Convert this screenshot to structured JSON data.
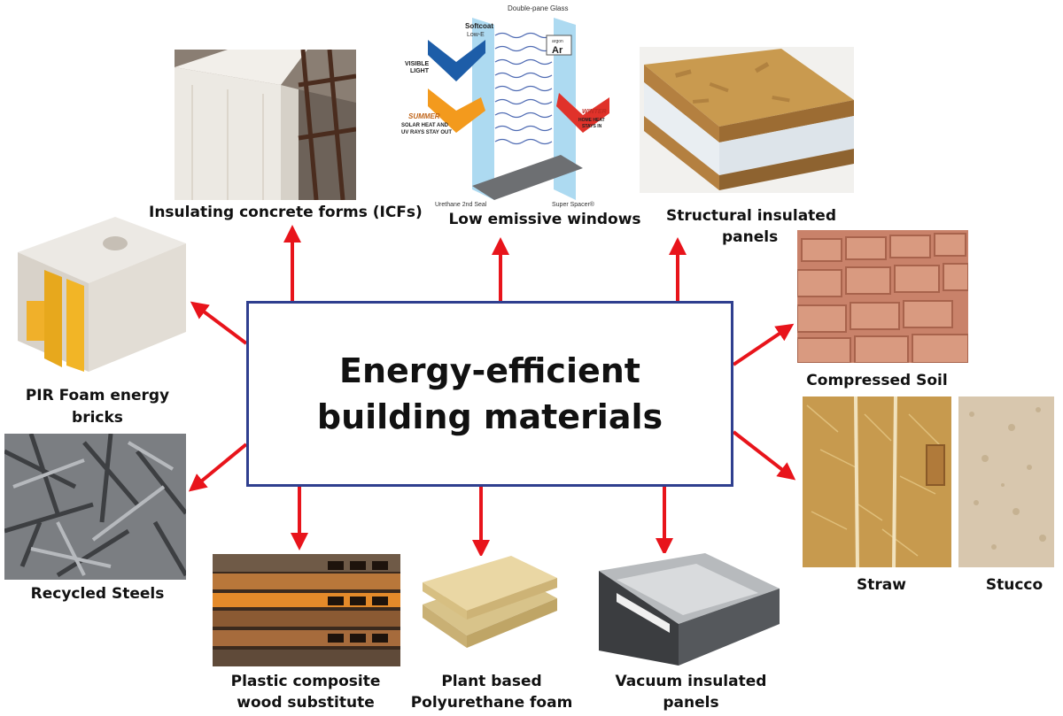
{
  "center_title": "Energy-efficient building materials",
  "colors": {
    "arrow": "#e8141b",
    "box_border": "#2f3f8f"
  },
  "materials": {
    "icf": {
      "label": "Insulating concrete forms (ICFs)"
    },
    "low_e": {
      "label": "Low emissive windows",
      "diagram": {
        "double_pane": "Double-pane Glass",
        "softcoat": "Softcoat",
        "low_e": "Low-E",
        "visible": "VISIBLE",
        "light": "LIGHT",
        "argon": "argon",
        "ar": "Ar",
        "summer": "SUMMER",
        "summer1": "SOLAR HEAT AND",
        "summer2": "UV RAYS STAY OUT",
        "winter": "WINTER",
        "winter1": "HOME HEAT",
        "winter2": "STAYS IN",
        "seal": "Urethane 2nd Seal",
        "spacer": "Super Spacer®"
      }
    },
    "sip": {
      "label_line1": "Structural insulated",
      "label_line2": "panels"
    },
    "pir": {
      "label_line1": "PIR Foam energy",
      "label_line2": "bricks"
    },
    "soil": {
      "label": "Compressed Soil"
    },
    "steel": {
      "label": "Recycled Steels"
    },
    "straw": {
      "label": "Straw"
    },
    "stucco": {
      "label": "Stucco"
    },
    "plastic": {
      "label_line1": "Plastic composite",
      "label_line2": "wood substitute"
    },
    "pu_foam": {
      "label_line1": "Plant based",
      "label_line2": "Polyurethane foam"
    },
    "vip": {
      "label_line1": "Vacuum insulated",
      "label_line2": "panels"
    }
  }
}
